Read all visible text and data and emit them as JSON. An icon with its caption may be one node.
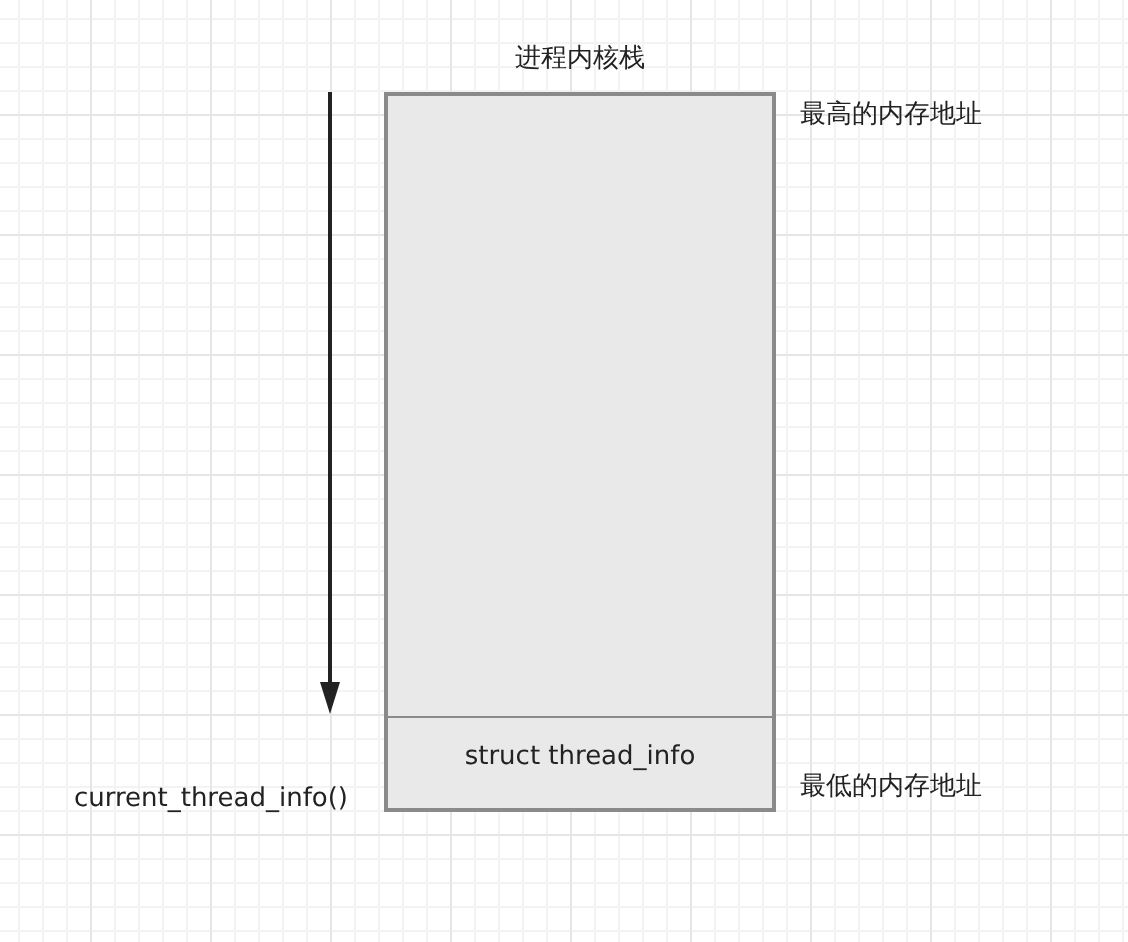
{
  "diagram": {
    "nodes": [
      {
        "text": [
          "进程内核栈"
        ]
      },
      {
        "text": [
          "struct thread_info"
        ],
        "in": 0
      }
    ],
    "labels": [
      "最高的内存地址",
      "最低的内存地址",
      "current_thread_info()"
    ]
  }
}
